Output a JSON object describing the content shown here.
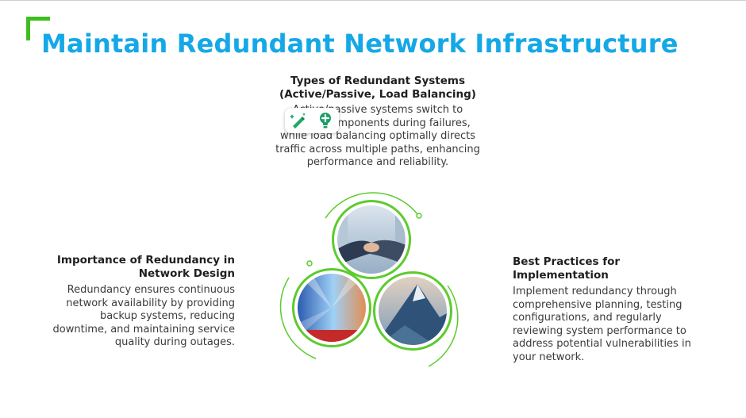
{
  "slide": {
    "title": "Maintain Redundant Network Infrastructure",
    "accent_color": "#15a8e6",
    "corner_color": "#3fbf1f",
    "circle_ring_color": "#5ccb2e"
  },
  "sections": {
    "types": {
      "heading": "Types of Redundant Systems (Active/Passive, Load Balancing)",
      "body": "Active/passive systems switch to backup components during failures, while load balancing optimally directs traffic across multiple paths, enhancing performance and reliability."
    },
    "importance": {
      "heading": "Importance of Redundancy in Network Design",
      "body": "Redundancy ensures continuous network availability by providing backup systems, reducing downtime, and maintaining service quality during outages."
    },
    "practices": {
      "heading": "Best Practices for Implementation",
      "body": "Implement redundancy through comprehensive planning, testing configurations, and regularly reviewing system performance to address potential vulnerabilities in your network."
    }
  },
  "toolbar": {
    "icons": [
      "magic-pen-icon",
      "lightbulb-icon"
    ]
  },
  "images": [
    {
      "name": "handshake-image",
      "icon": "handshake"
    },
    {
      "name": "light-tunnel-image",
      "icon": "light-rays"
    },
    {
      "name": "mountain-image",
      "icon": "mountain"
    }
  ]
}
